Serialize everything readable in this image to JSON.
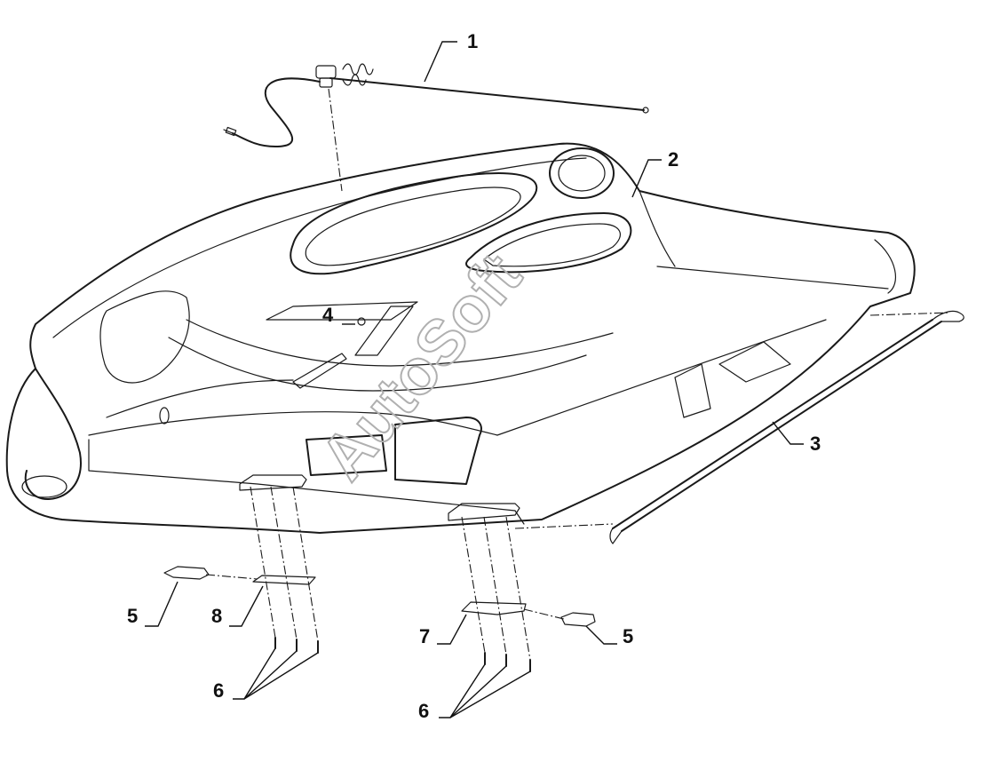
{
  "watermark": "AutoSoft",
  "callouts": [
    {
      "id": "c1",
      "label": "1"
    },
    {
      "id": "c2",
      "label": "2"
    },
    {
      "id": "c3",
      "label": "3"
    },
    {
      "id": "c4",
      "label": "4"
    },
    {
      "id": "c5a",
      "label": "5"
    },
    {
      "id": "c5b",
      "label": "5"
    },
    {
      "id": "c6a",
      "label": "6"
    },
    {
      "id": "c6b",
      "label": "6"
    },
    {
      "id": "c7",
      "label": "7"
    },
    {
      "id": "c8",
      "label": "8"
    }
  ],
  "colors": {
    "line": "#1a1a1a",
    "watermark": "#b0b0b0",
    "background": "#ffffff"
  }
}
